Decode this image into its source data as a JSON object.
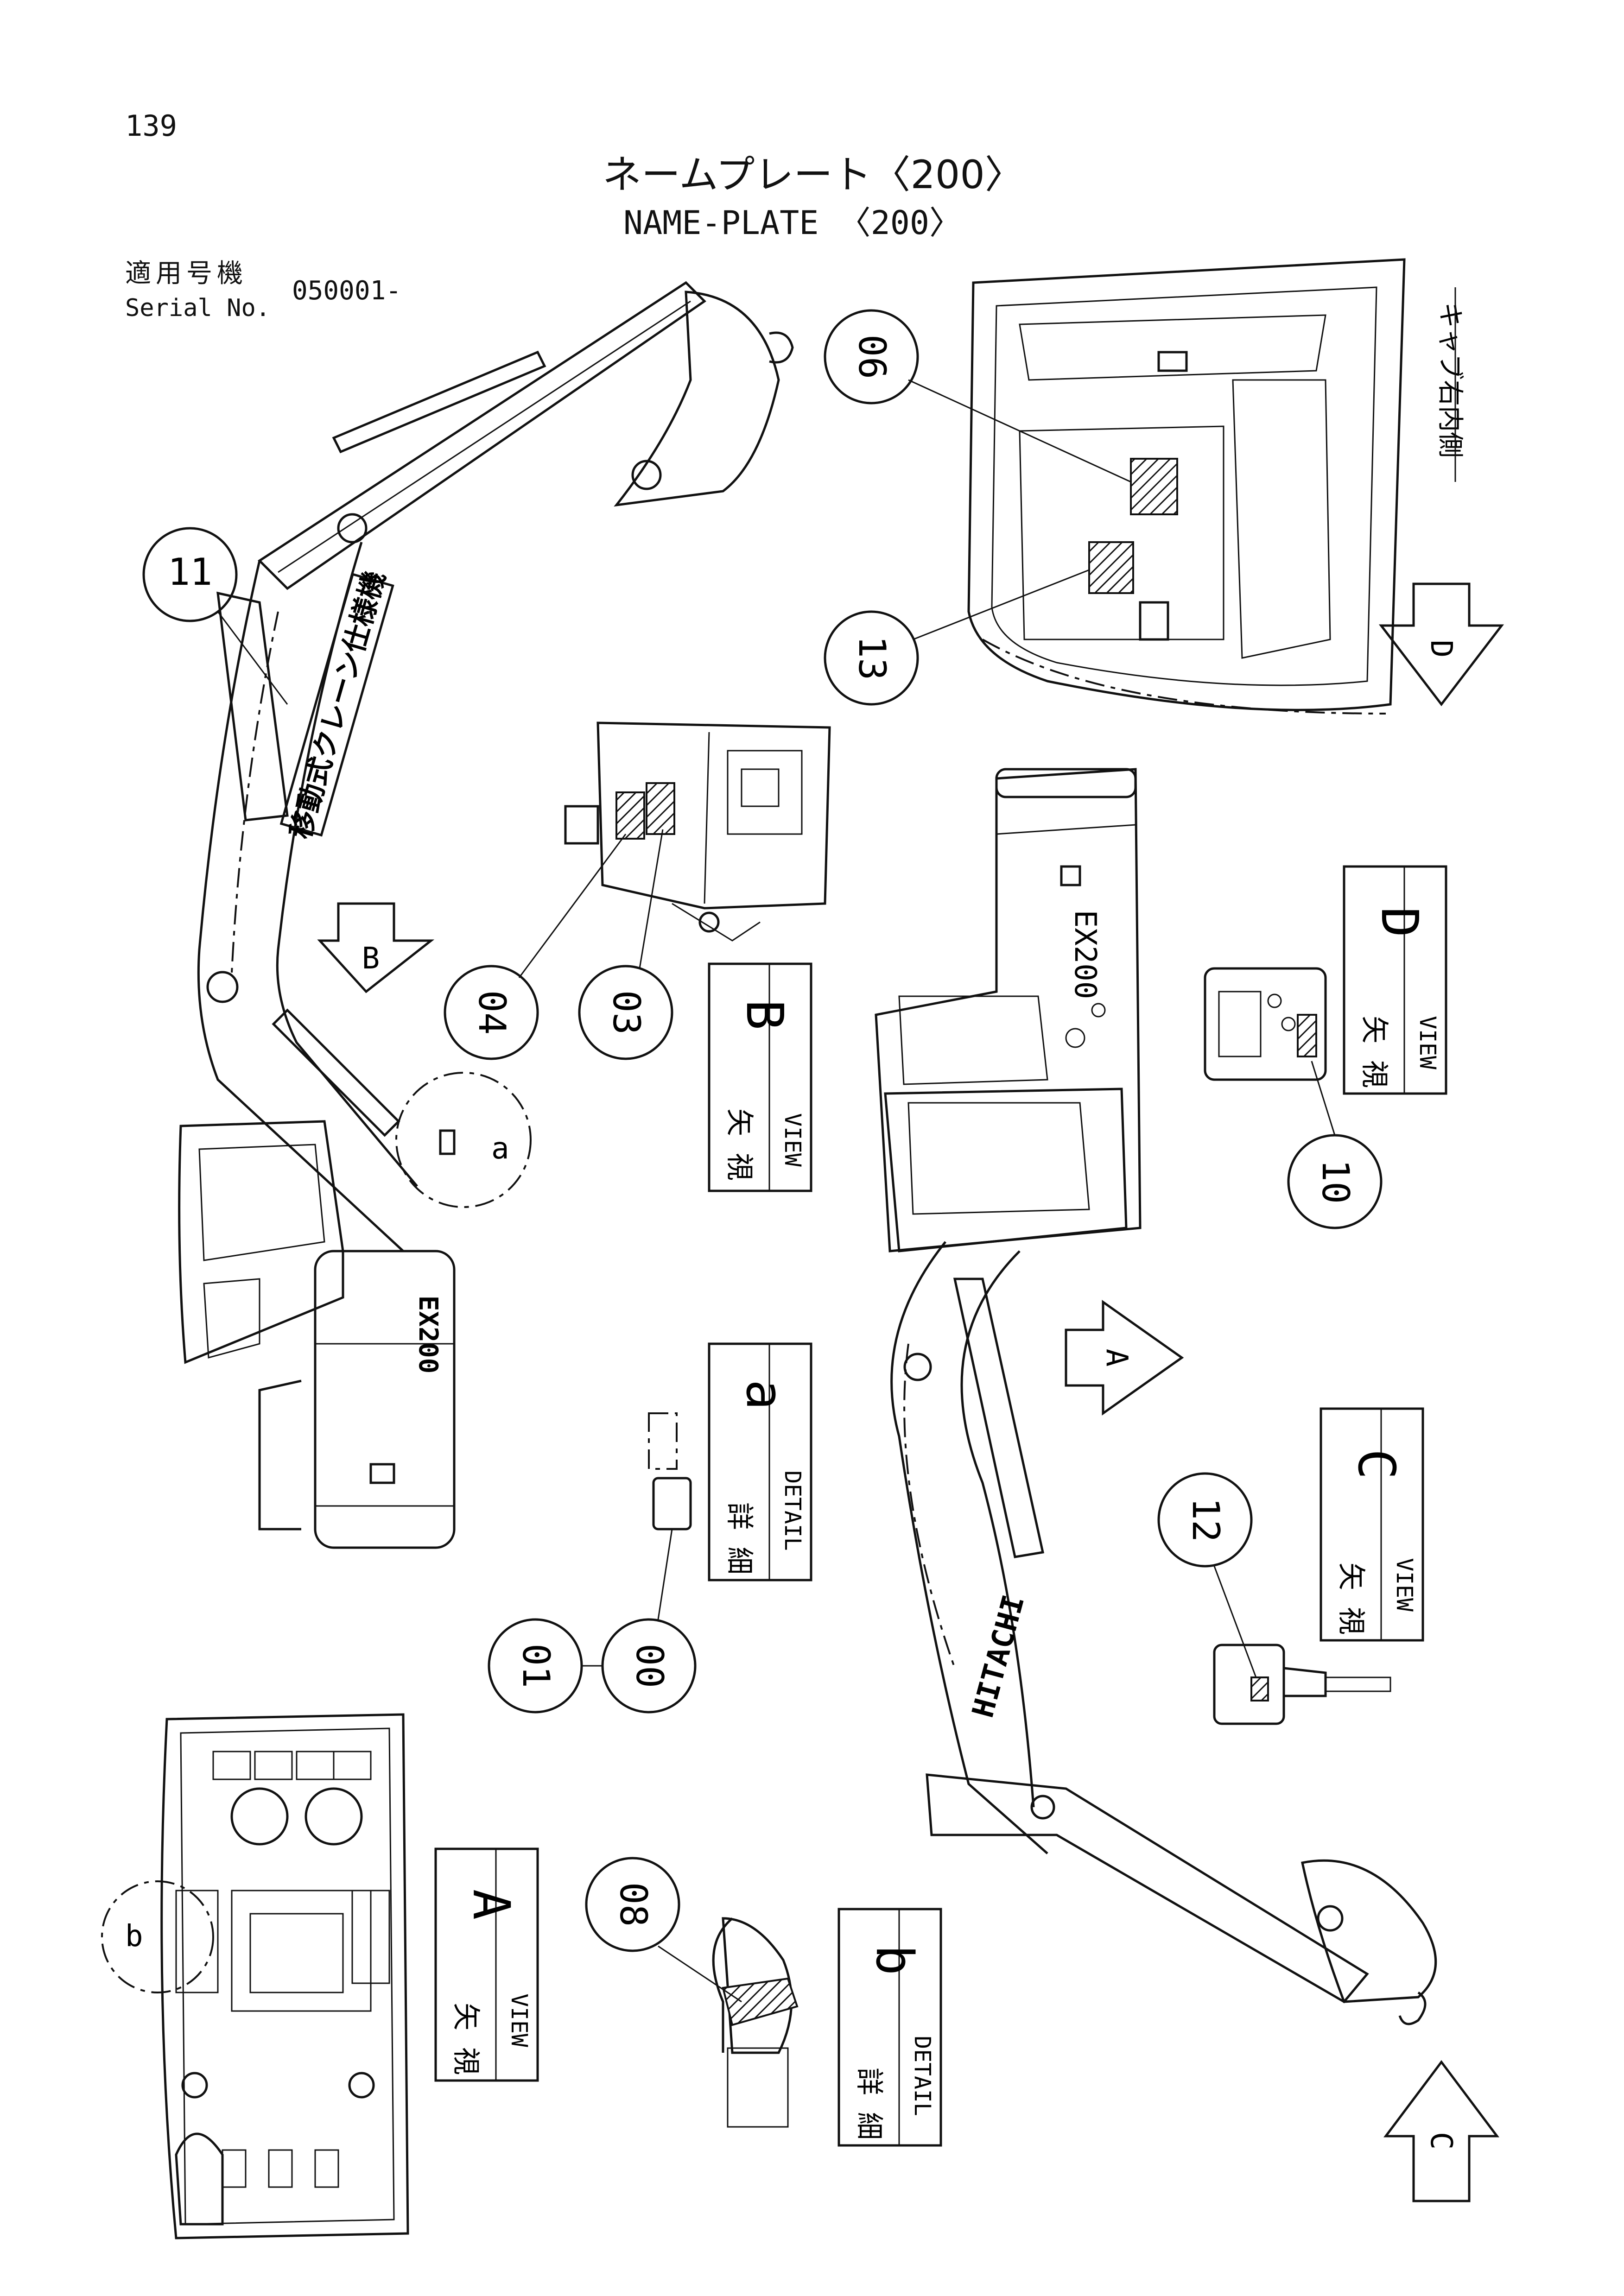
{
  "page_number": "139",
  "title_jp": "ネームプレート〈200〉",
  "title_en": "NAME-PLATE 〈200〉",
  "serial": {
    "label_jp": "適用号機",
    "label_en": "Serial No.",
    "value": "050001-"
  },
  "part_callouts": [
    "11",
    "06",
    "13",
    "04",
    "03",
    "10",
    "12",
    "01",
    "00",
    "08"
  ],
  "boom_label": "移動式クレーン仕様機",
  "cab_note": "キャブ右内側",
  "model_badge": "EX200",
  "brand_badge": "HITACHI",
  "view_boxes": {
    "B": {
      "jp": "矢 視",
      "en": "VIEW",
      "letter": "B"
    },
    "D": {
      "jp": "矢 視",
      "en": "VIEW",
      "letter": "D"
    },
    "C": {
      "jp": "矢 視",
      "en": "VIEW",
      "letter": "C"
    },
    "A": {
      "jp": "矢 視",
      "en": "VIEW",
      "letter": "A"
    }
  },
  "detail_boxes": {
    "a": {
      "jp": "詳 細",
      "en": "DETAIL",
      "letter": "a"
    },
    "b": {
      "jp": "詳 細",
      "en": "DETAIL",
      "letter": "b"
    }
  },
  "arrow_labels": [
    "B",
    "D",
    "A",
    "C"
  ],
  "detail_markers": [
    "a",
    "b"
  ]
}
